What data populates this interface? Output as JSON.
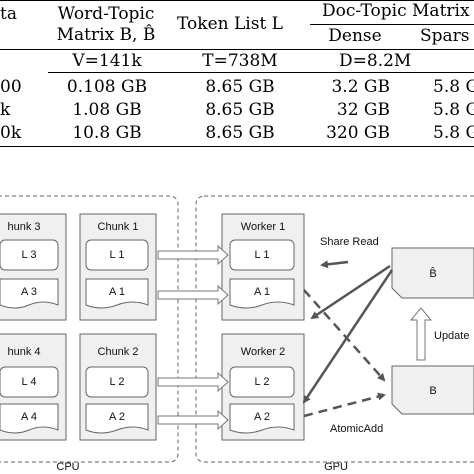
{
  "table": {
    "col_data": "ta",
    "col_word_topic_line1": "Word-Topic",
    "col_word_topic_line2": "Matrix B, B̂",
    "col_token_list": "Token List L",
    "col_doc_topic": "Doc-Topic Matrix",
    "sub_dense": "Dense",
    "sub_sparse": "Spars",
    "param_word_topic": "V=141k",
    "param_token": "T=738M",
    "param_doc": "D=8.2M",
    "rows": [
      {
        "k": "00",
        "word_topic": "0.108 GB",
        "token": "8.65 GB",
        "dense": "3.2 GB",
        "sparse": "5.8 G"
      },
      {
        "k": "k",
        "word_topic": "1.08 GB",
        "token": "8.65 GB",
        "dense": "32 GB",
        "sparse": "5.8 G"
      },
      {
        "k": "0k",
        "word_topic": "10.8 GB",
        "token": "8.65 GB",
        "dense": "320 GB",
        "sparse": "5.8 G"
      }
    ]
  },
  "figure": {
    "cpu_label": "CPU",
    "gpu_label": "GPU",
    "chunks": [
      {
        "title": "hunk 3",
        "l": "L 3",
        "a": "A 3"
      },
      {
        "title": "Chunk 1",
        "l": "L 1",
        "a": "A 1"
      },
      {
        "title": "hunk 4",
        "l": "L 4",
        "a": "A 4"
      },
      {
        "title": "Chunk 2",
        "l": "L 2",
        "a": "A 2"
      }
    ],
    "workers": [
      {
        "title": "Worker 1",
        "l": "L 1",
        "a": "A 1"
      },
      {
        "title": "Worker 2",
        "l": "L 2",
        "a": "A 2"
      }
    ],
    "b_hat_label": "B̂",
    "b_label": "B",
    "share_read": "Share Read",
    "update": "Update",
    "atomic_add": "AtomicAdd"
  }
}
